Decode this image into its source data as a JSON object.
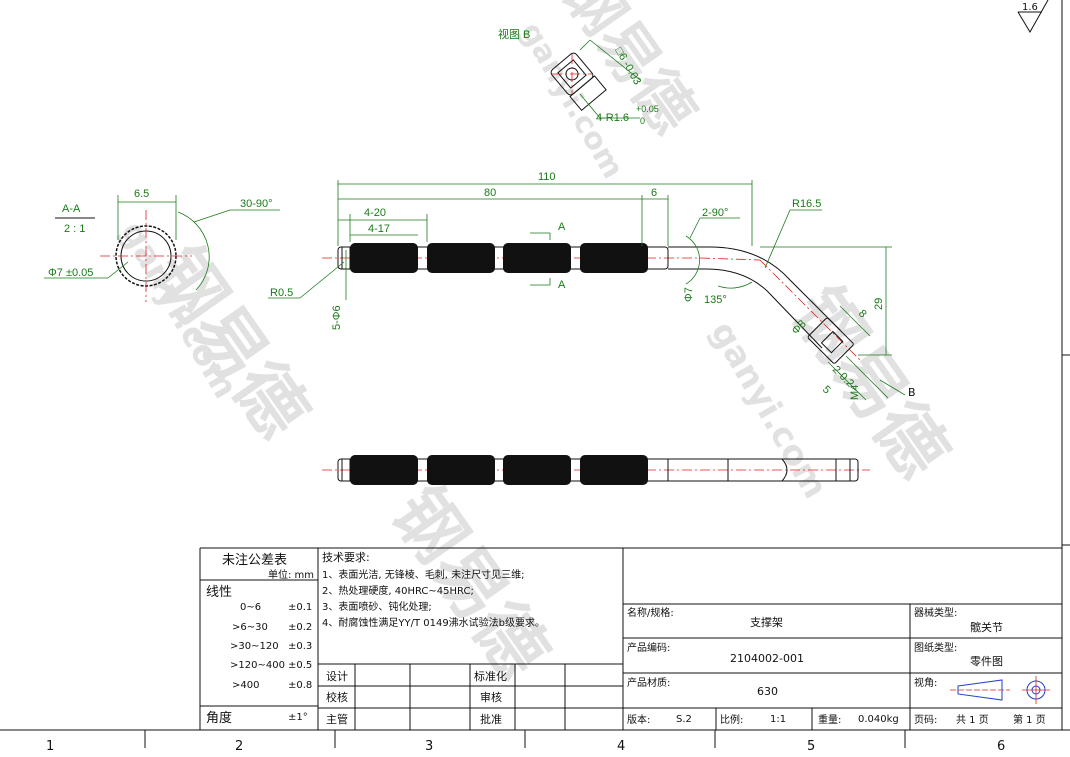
{
  "surface_roughness": "1.6",
  "views": {
    "view_b_title": "视图 B",
    "section_title": "A-A",
    "section_scale": "2 : 1",
    "section_cut_label": "A",
    "view_arrow_label": "B"
  },
  "dimensions": {
    "overall_length": "110",
    "straight_length": "80",
    "short_length": "6",
    "knurl_spacing": "4-20",
    "knurl_length": "4-17",
    "bend_angle": "135°",
    "bend_radius": "R16.5",
    "vertical_offset": "29",
    "end_radius": "R0.5",
    "groove_dia": "5-Φ6",
    "pipe_dia": "Φ7",
    "end_dia": "Φ8",
    "chamfer_angle": "2-90°",
    "knurl_angle": "30-90°",
    "knurl_width": "6.5",
    "section_dia": "Φ7 ±0.05",
    "square_size": "□6 -0.03",
    "square_tol_upper": "0",
    "corner_radius": "4-R1.6",
    "corner_tol_upper": "+0.05",
    "corner_tol_lower": "0",
    "thread": "M4",
    "thread_len": "5",
    "tip_len": "2-0.2",
    "tip_len2": "8"
  },
  "tolerance_table": {
    "title": "未注公差表",
    "unit_label": "单位: mm",
    "linear_label": "线性",
    "rows": [
      {
        "range": "0~6",
        "tol": "±0.1"
      },
      {
        "range": ">6~30",
        "tol": "±0.2"
      },
      {
        "range": ">30~120",
        "tol": "±0.3"
      },
      {
        "range": ">120~400",
        "tol": "±0.5"
      },
      {
        "range": ">400",
        "tol": "±0.8"
      }
    ],
    "angle_label": "角度",
    "angle_tol": "±1°"
  },
  "tech_requirements": {
    "title": "技术要求:",
    "items": [
      "1、表面光洁, 无锋棱、毛刺, 未注尺寸见三维;",
      "2、热处理硬度, 40HRC~45HRC;",
      "3、表面喷砂、钝化处理;",
      "4、耐腐蚀性满足YY/T 0149沸水试验法b级要求。"
    ]
  },
  "signoff": {
    "design": "设计",
    "check": "校核",
    "supervisor": "主管",
    "standard": "标准化",
    "review": "审核",
    "approve": "批准"
  },
  "title_block": {
    "name_label": "名称/规格:",
    "name_value": "支撑架",
    "code_label": "产品编码:",
    "code_value": "2104002-001",
    "material_label": "产品材质:",
    "material_value": "630",
    "machine_type_label": "器械类型:",
    "machine_type_value": "髋关节",
    "drawing_type_label": "图纸类型:",
    "drawing_type_value": "零件图",
    "view_label": "视角:",
    "version_label": "版本:",
    "version_value": "S.2",
    "scale_label": "比例:",
    "scale_value": "1:1",
    "weight_label": "重量:",
    "weight_value": "0.040kg",
    "page_label": "页码:",
    "page_total": "共 1 页",
    "page_current": "第 1 页"
  },
  "zones": [
    "1",
    "2",
    "3",
    "4",
    "5",
    "6"
  ],
  "watermark": {
    "brand": "钢易德",
    "domain": "ganyi.com"
  }
}
